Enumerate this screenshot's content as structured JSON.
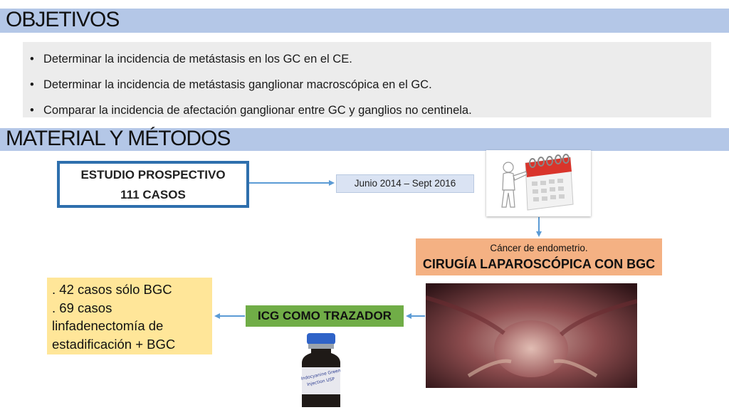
{
  "objectives": {
    "title": "OBJETIVOS",
    "bullet": "•",
    "items": [
      "Determinar la incidencia de metástasis en los GC en el CE.",
      "Determinar la incidencia de metástasis ganglionar macroscópica en el GC.",
      "Comparar la incidencia de afectación ganglionar entre GC y ganglios no centinela."
    ]
  },
  "methods": {
    "title": "MATERIAL Y MÉTODOS",
    "study": {
      "line1": "ESTUDIO PROSPECTIVO",
      "line2": "111 CASOS"
    },
    "date_range": "Junio 2014 – Sept 2016",
    "surgery": {
      "subtitle": "Cáncer de endometrio.",
      "title": "CIRUGÍA LAPAROSCÓPICA CON BGC"
    },
    "tracer": "ICG COMO TRAZADOR",
    "cases": [
      ". 42 casos sólo BGC",
      ". 69 casos",
      "linfadenectomía de",
      "estadificación + BGC"
    ],
    "vial_label": "Indocyanine Green Injection USP"
  },
  "colors": {
    "band": "#b4c7e7",
    "study_border": "#2e6fad",
    "date_box": "#dae3f3",
    "surgery_box": "#f4b183",
    "tracer_box": "#70ad47",
    "cases_box": "#ffe699",
    "arrow": "#5b9bd5"
  },
  "icons": [
    "calendar-icon",
    "person-icon",
    "laparoscopy-photo",
    "icg-vial-photo"
  ]
}
